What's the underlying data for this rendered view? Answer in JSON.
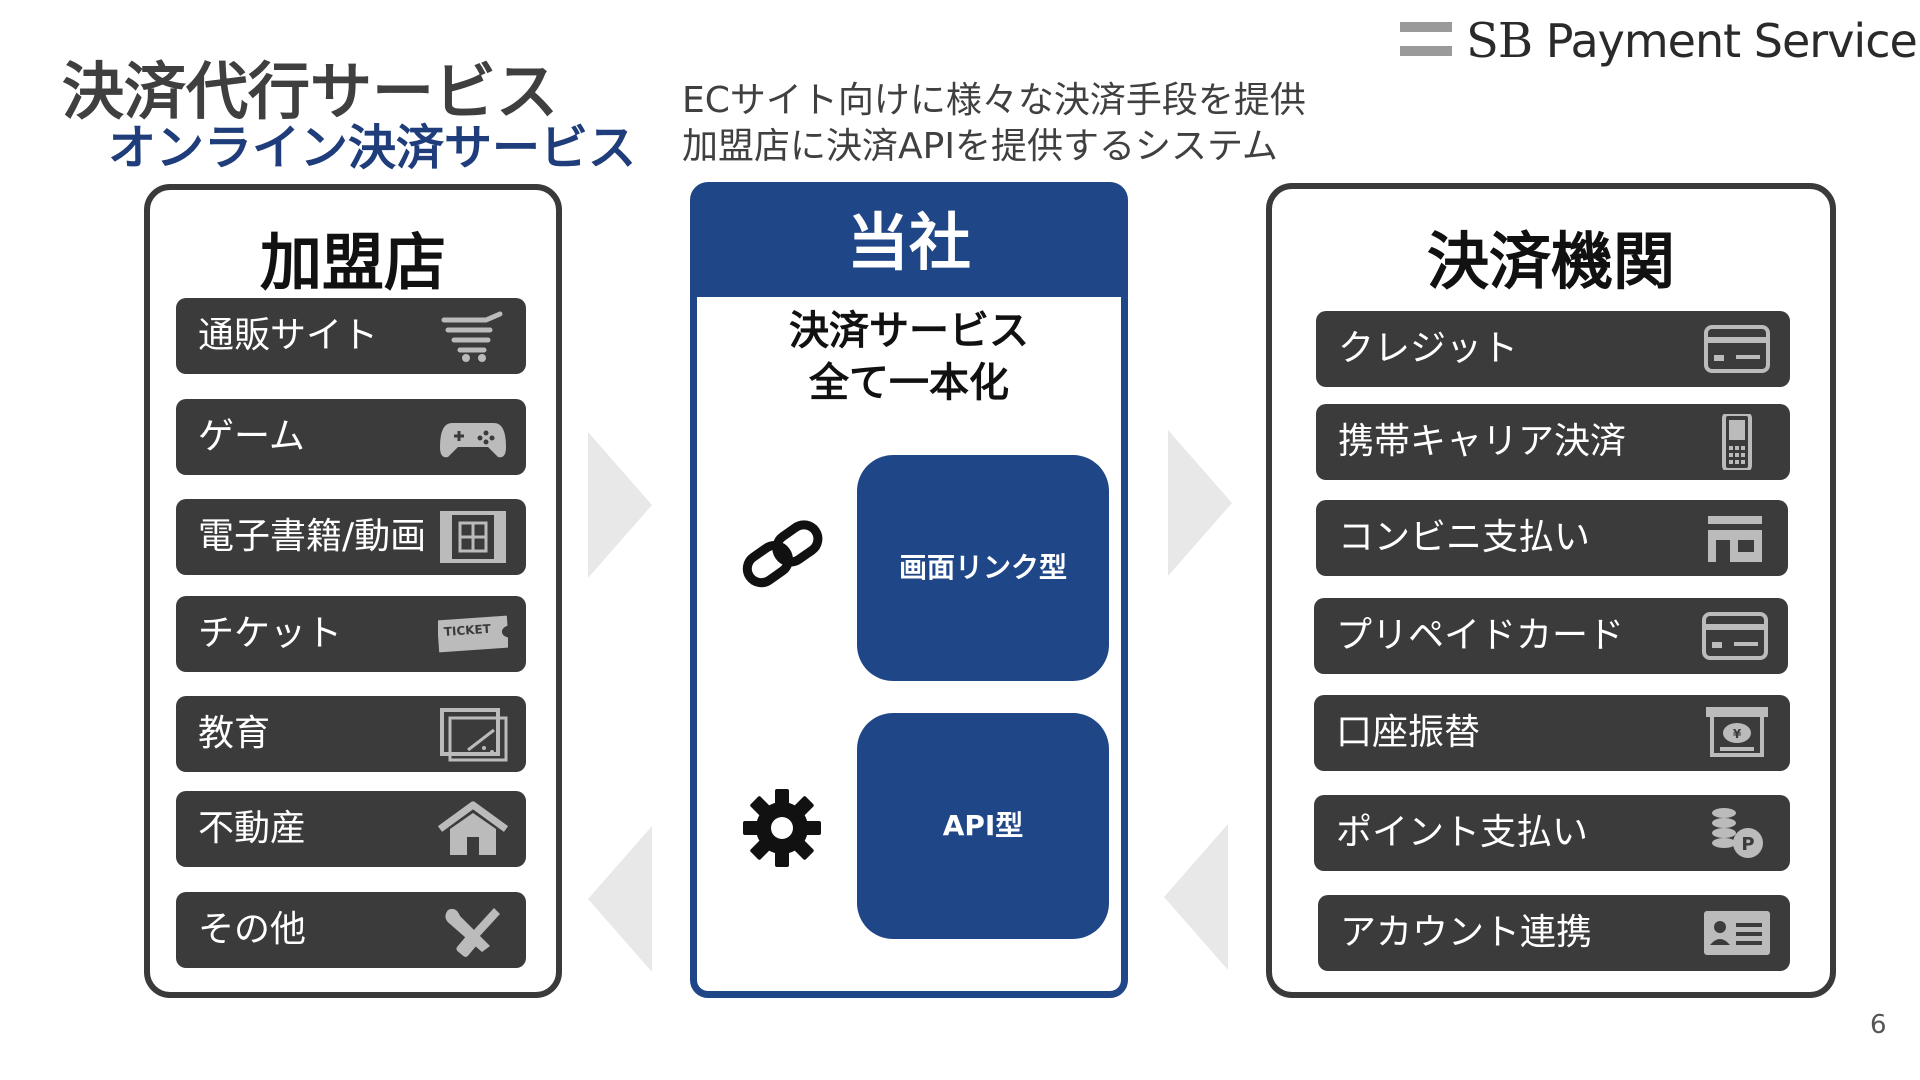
{
  "header": {
    "logo_sb": "SB",
    "logo_text": "Payment Service",
    "title_main": "決済代行サービス",
    "title_sub": "オンライン決済サービス",
    "description_line1": "ECサイト向けに様々な決済手段を提供",
    "description_line2": "加盟店に決済APIを提供するシステム"
  },
  "left_panel": {
    "title": "加盟店",
    "items": [
      {
        "label": "通販サイト",
        "icon": "shopping-cart-icon"
      },
      {
        "label": "ゲーム",
        "icon": "gamepad-icon"
      },
      {
        "label": "電子書籍/動画",
        "icon": "film-icon"
      },
      {
        "label": "チケット",
        "icon": "ticket-icon"
      },
      {
        "label": "教育",
        "icon": "education-board-icon"
      },
      {
        "label": "不動産",
        "icon": "house-icon"
      },
      {
        "label": "その他",
        "icon": "tools-icon"
      }
    ]
  },
  "center_panel": {
    "title": "当社",
    "subtitle_line1": "決済サービス",
    "subtitle_line2": "全て一本化",
    "modes": [
      {
        "label": "画面リンク型",
        "icon": "link-icon"
      },
      {
        "label": "API型",
        "icon": "gear-icon"
      }
    ]
  },
  "right_panel": {
    "title": "決済機関",
    "items": [
      {
        "label": "クレジット",
        "icon": "credit-card-icon"
      },
      {
        "label": "携帯キャリア決済",
        "icon": "mobile-phone-icon"
      },
      {
        "label": "コンビニ支払い",
        "icon": "store-icon"
      },
      {
        "label": "プリペイドカード",
        "icon": "prepaid-card-icon"
      },
      {
        "label": "口座振替",
        "icon": "bank-transfer-icon"
      },
      {
        "label": "ポイント支払い",
        "icon": "points-coin-icon"
      },
      {
        "label": "アカウント連携",
        "icon": "id-card-icon"
      }
    ]
  },
  "footer": {
    "page_number": "6"
  },
  "colors": {
    "brand_blue": "#1f4687",
    "item_dark": "#3b3b3b",
    "arrow_gray": "#e6e6e6"
  }
}
